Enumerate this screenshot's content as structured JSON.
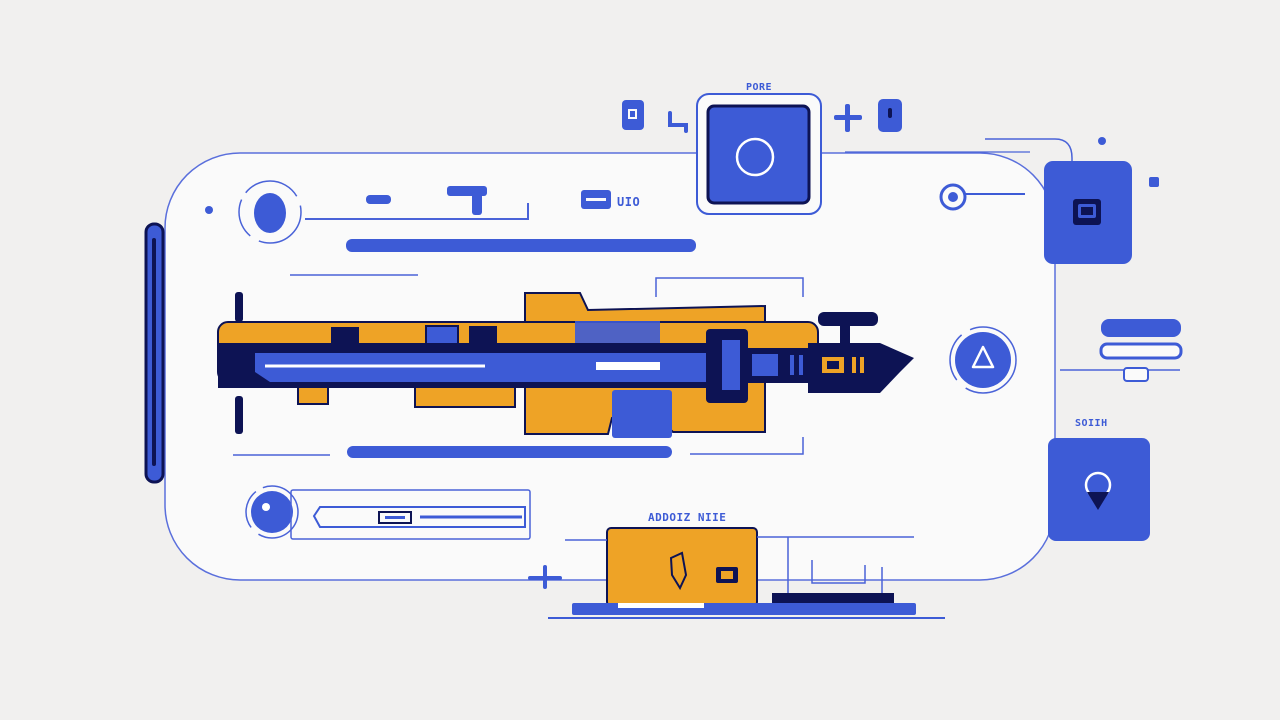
{
  "palette": {
    "background": "#f1f0ef",
    "panel": "#fafafa",
    "primary_blue": "#3d5bd6",
    "navy": "#0d1354",
    "orange": "#eea326",
    "line_blue": "#4a63d8"
  },
  "labels": {
    "top_button_caption": "PORE",
    "toolbar_caption": "UIO",
    "right_card_caption": "SOIIH",
    "bottom_card_caption": "ADDOIZ NIIE"
  },
  "icons": {
    "top_square": "circle-icon",
    "right_top_card": "chip-icon",
    "triangle_button": "triangle-icon",
    "right_bottom_card": "location-pin-icon",
    "plus": "plus-icon"
  }
}
